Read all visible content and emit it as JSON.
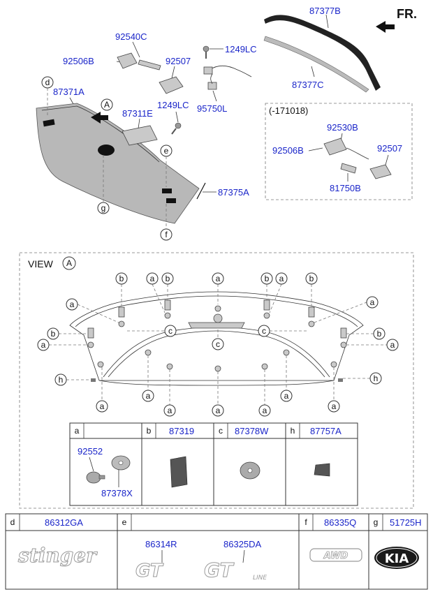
{
  "header": {
    "direction_label": "FR.",
    "variant_code": "(-171018)",
    "view_label": "VIEW",
    "view_letter": "A"
  },
  "part_numbers": {
    "weatherstrip_upper": "87377B",
    "weatherstrip_lower": "87377C",
    "lamp_lens": "92540C",
    "lamp_socket": "92506B",
    "lamp_assy": "92507",
    "screw_top": "1249LC",
    "wiring": "95750L",
    "screw_mid": "1249LC",
    "garnish": "87371A",
    "bracket": "87311E",
    "molding_link": "87375A",
    "sub_lamp_lens": "92530B",
    "sub_lamp_socket": "92506B",
    "sub_lamp_assy": "92507",
    "sub_pad": "81750B"
  },
  "callouts": {
    "d": "d",
    "e": "e",
    "f": "f",
    "g": "g",
    "a": "a",
    "b": "b",
    "c": "c",
    "h": "h"
  },
  "legend_table": {
    "a": {
      "letter": "a",
      "part": "",
      "sub_parts": [
        "92552",
        "87378X"
      ]
    },
    "b": {
      "letter": "b",
      "part": "87319"
    },
    "c": {
      "letter": "c",
      "part": "87378W"
    },
    "h": {
      "letter": "h",
      "part": "87757A"
    }
  },
  "emblem_table": {
    "d": {
      "letter": "d",
      "part": "86312GA",
      "text": "stinger"
    },
    "e": {
      "letter": "e",
      "parts": [
        "86314R",
        "86325DA"
      ],
      "text_1": "GT",
      "text_2": "GT",
      "text_3": "LINE"
    },
    "f": {
      "letter": "f",
      "part": "86335Q",
      "text": "AWD"
    },
    "g": {
      "letter": "g",
      "part": "51725H",
      "text": "KIA"
    }
  }
}
